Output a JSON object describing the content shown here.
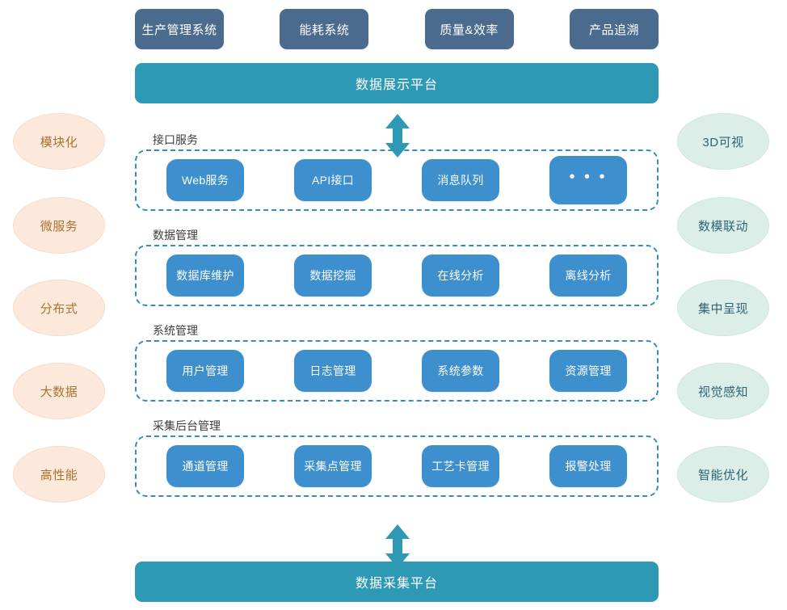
{
  "colors": {
    "slate": "#4A6A8E",
    "teal": "#2E99B4",
    "blue_pill": "#3D8FCE",
    "dashed_border": "#2F8FC0",
    "left_ellipse_fill": "#FCE9DC",
    "left_ellipse_text": "#A8732E",
    "right_ellipse_fill": "#DCEEE8",
    "right_ellipse_text": "#2F6473",
    "background": "#FFFFFF"
  },
  "top_systems": [
    {
      "label": "生产管理系统"
    },
    {
      "label": "能耗系统"
    },
    {
      "label": "质量&效率"
    },
    {
      "label": "产品追溯"
    }
  ],
  "display_platform": {
    "label": "数据展示平台"
  },
  "collect_platform": {
    "label": "数据采集平台"
  },
  "arrows": {
    "top": "double-arrow-vertical",
    "bottom": "double-arrow-vertical"
  },
  "groups": [
    {
      "label": "接口服务",
      "items": [
        {
          "label": "Web服务"
        },
        {
          "label": "API接口"
        },
        {
          "label": "消息队列"
        },
        {
          "label": "• • •"
        }
      ]
    },
    {
      "label": "数据管理",
      "items": [
        {
          "label": "数据库维护"
        },
        {
          "label": "数据挖掘"
        },
        {
          "label": "在线分析"
        },
        {
          "label": "离线分析"
        }
      ]
    },
    {
      "label": "系统管理",
      "items": [
        {
          "label": "用户管理"
        },
        {
          "label": "日志管理"
        },
        {
          "label": "系统参数"
        },
        {
          "label": "资源管理"
        }
      ]
    },
    {
      "label": "采集后台管理",
      "items": [
        {
          "label": "通道管理"
        },
        {
          "label": "采集点管理"
        },
        {
          "label": "工艺卡管理"
        },
        {
          "label": "报警处理"
        }
      ]
    }
  ],
  "left_tags": [
    {
      "label": "模块化"
    },
    {
      "label": "微服务"
    },
    {
      "label": "分布式"
    },
    {
      "label": "大数据"
    },
    {
      "label": "高性能"
    }
  ],
  "right_tags": [
    {
      "label": "3D可视"
    },
    {
      "label": "数模联动"
    },
    {
      "label": "集中呈现"
    },
    {
      "label": "视觉感知"
    },
    {
      "label": "智能优化"
    }
  ]
}
